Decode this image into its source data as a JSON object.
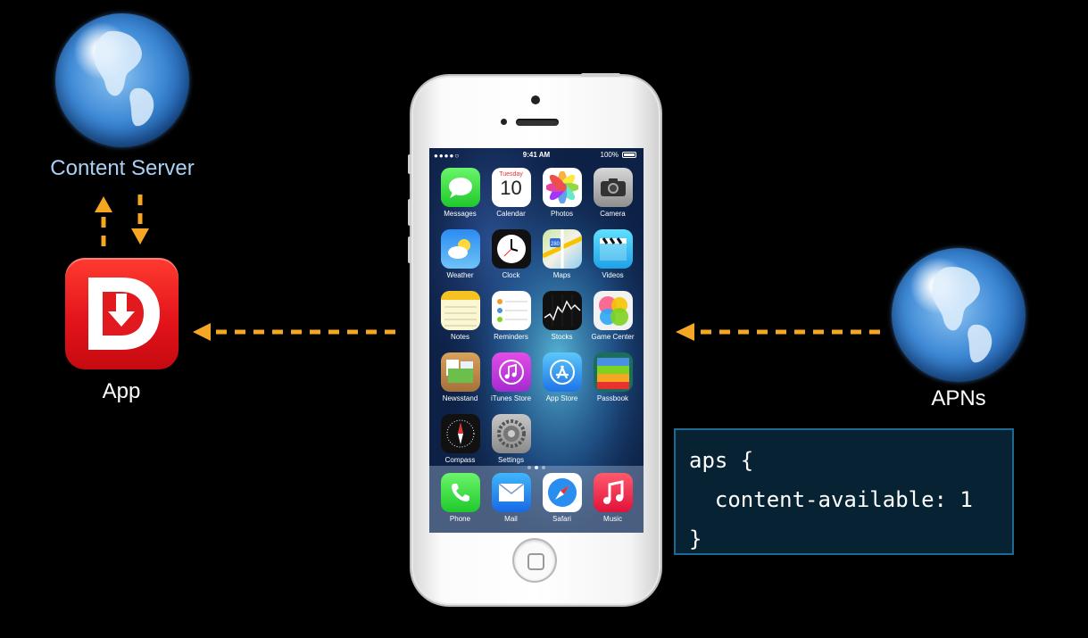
{
  "labels": {
    "content_server": "Content Server",
    "app": "App",
    "apns": "APNs"
  },
  "colors": {
    "arrow": "#f5a623",
    "code_box_bg": "#062233",
    "code_box_border": "#1c6a94",
    "content_server_label": "#a9d0f5",
    "app_icon": "#e4141b"
  },
  "code": {
    "lines": [
      "aps {",
      "  content-available: 1",
      "}"
    ]
  },
  "phone": {
    "status": {
      "signal": "●●●●○",
      "time": "9:41 AM",
      "battery": "100%"
    },
    "calendar": {
      "weekday": "Tuesday",
      "day": "10"
    },
    "home_apps": [
      {
        "label": "Messages",
        "icon": "messages-icon"
      },
      {
        "label": "Calendar",
        "icon": "calendar-icon"
      },
      {
        "label": "Photos",
        "icon": "photos-icon"
      },
      {
        "label": "Camera",
        "icon": "camera-icon"
      },
      {
        "label": "Weather",
        "icon": "weather-icon"
      },
      {
        "label": "Clock",
        "icon": "clock-icon"
      },
      {
        "label": "Maps",
        "icon": "maps-icon"
      },
      {
        "label": "Videos",
        "icon": "videos-icon"
      },
      {
        "label": "Notes",
        "icon": "notes-icon"
      },
      {
        "label": "Reminders",
        "icon": "reminders-icon"
      },
      {
        "label": "Stocks",
        "icon": "stocks-icon"
      },
      {
        "label": "Game Center",
        "icon": "game-center-icon"
      },
      {
        "label": "Newsstand",
        "icon": "newsstand-icon"
      },
      {
        "label": "iTunes Store",
        "icon": "itunes-store-icon"
      },
      {
        "label": "App Store",
        "icon": "app-store-icon"
      },
      {
        "label": "Passbook",
        "icon": "passbook-icon"
      },
      {
        "label": "Compass",
        "icon": "compass-icon"
      },
      {
        "label": "Settings",
        "icon": "settings-icon"
      }
    ],
    "dock_apps": [
      {
        "label": "Phone",
        "icon": "phone-icon"
      },
      {
        "label": "Mail",
        "icon": "mail-icon"
      },
      {
        "label": "Safari",
        "icon": "safari-icon"
      },
      {
        "label": "Music",
        "icon": "music-icon"
      }
    ]
  }
}
